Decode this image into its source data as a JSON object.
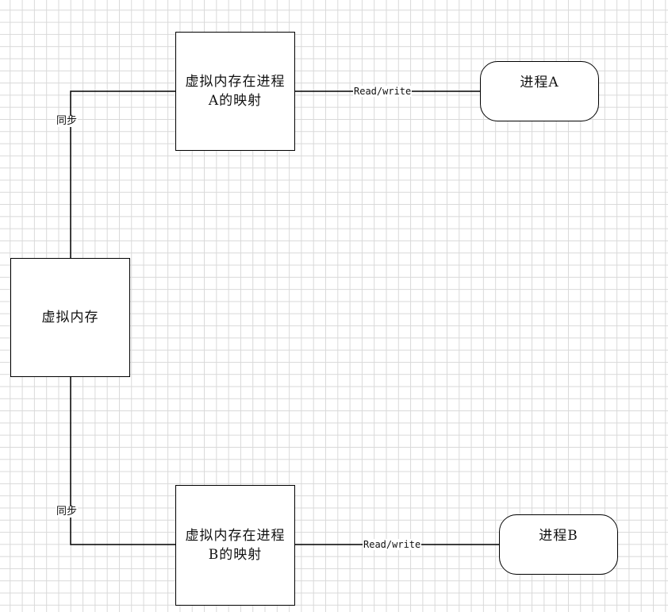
{
  "diagram": {
    "nodes": {
      "virtual_memory": "虚拟内存",
      "mapping_a": "虚拟内存在进程A的映射",
      "mapping_b": "虚拟内存在进程B的映射",
      "process_a": "进程A",
      "process_b": "进程B"
    },
    "edges": {
      "sync_a": "同步",
      "sync_b": "同步",
      "rw_a": "Read/write",
      "rw_b": "Read/write"
    },
    "colors": {
      "line": "#000000",
      "grid": "#d9d9d9",
      "background": "#ffffff"
    }
  }
}
